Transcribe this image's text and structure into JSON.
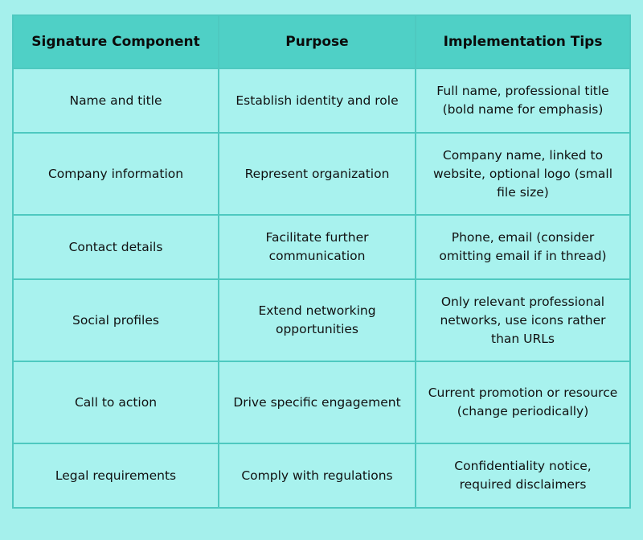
{
  "table": {
    "headers": [
      "Signature Component",
      "Purpose",
      "Implementation Tips"
    ],
    "rows": [
      [
        "Name and title",
        "Establish identity and role",
        "Full name, professional title (bold name for emphasis)"
      ],
      [
        "Company information",
        "Represent organization",
        "Company name, linked to website, optional logo (small file size)"
      ],
      [
        "Contact details",
        "Facilitate further communication",
        "Phone, email (consider omitting email if in thread)"
      ],
      [
        "Social profiles",
        "Extend networking opportunities",
        "Only relevant professional networks, use icons rather than URLs"
      ],
      [
        "Call to action",
        "Drive specific engagement",
        "Current promotion or resource (change periodically)"
      ],
      [
        "Legal requirements",
        "Comply with regulations",
        "Confidentiality notice, required disclaimers"
      ]
    ]
  },
  "colors": {
    "background": "#a5f0ec",
    "header_fill": "#4fd0c6",
    "cell_fill": "#a8f2ee",
    "border": "#4ec9c0"
  }
}
